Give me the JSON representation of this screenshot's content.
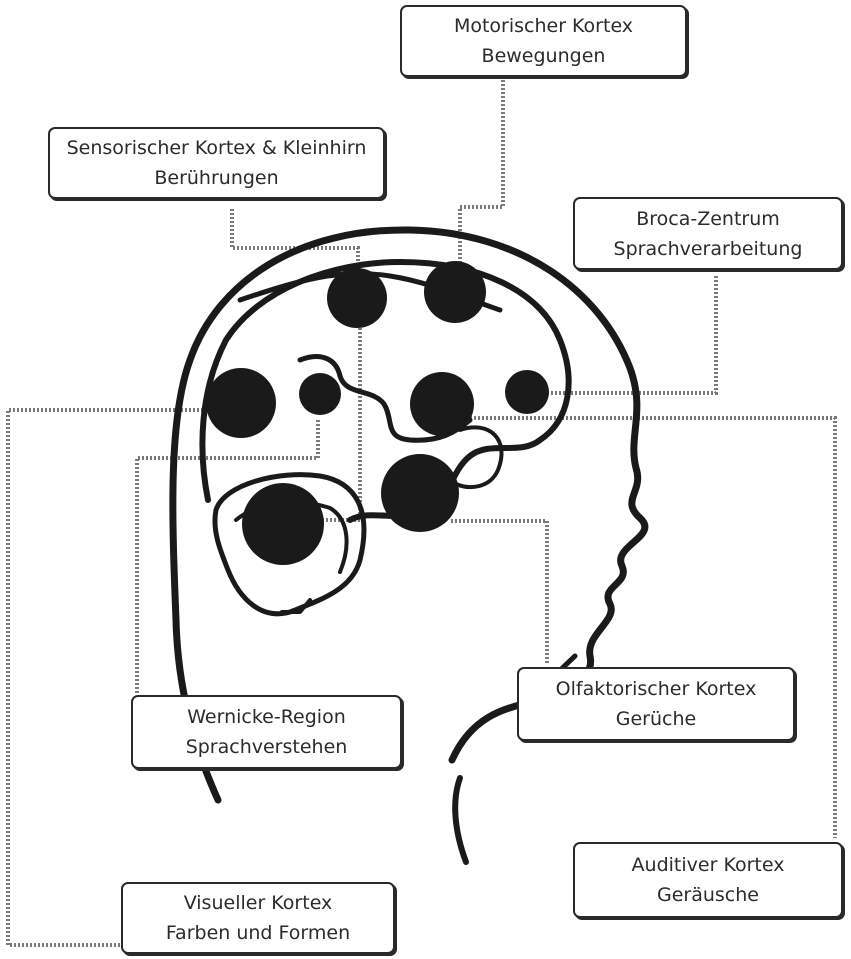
{
  "regions": [
    {
      "id": "motor",
      "title": "Motorischer Kortex",
      "subtitle": "Bewegungen"
    },
    {
      "id": "sensory",
      "title": "Sensorischer Kortex & Kleinhirn",
      "subtitle": "Berührungen"
    },
    {
      "id": "broca",
      "title": "Broca-Zentrum",
      "subtitle": "Sprachverarbeitung"
    },
    {
      "id": "wernicke",
      "title": "Wernicke-Region",
      "subtitle": "Sprachverstehen"
    },
    {
      "id": "olfactory",
      "title": "Olfaktorischer Kortex",
      "subtitle": "Gerüche"
    },
    {
      "id": "auditory",
      "title": "Auditiver Kortex",
      "subtitle": "Geräusche"
    },
    {
      "id": "visual",
      "title": "Visueller Kortex",
      "subtitle": "Farben und Formen"
    }
  ],
  "colors": {
    "ink": "#1a1a1a",
    "connector": "#7a7a7a",
    "text": "#2b2b2b",
    "background": "#ffffff"
  }
}
